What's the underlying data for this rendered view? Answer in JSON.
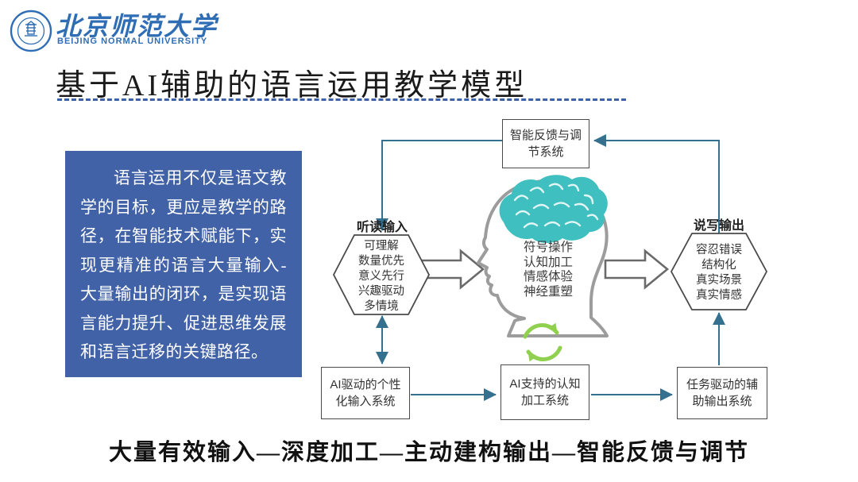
{
  "header": {
    "university_name_cn": "北京师范大学",
    "university_name_en": "BEIJING NORMAL UNIVERSITY",
    "slide_title": "基于AI辅助的语言运用教学模型"
  },
  "intro_box": {
    "text": "语言运用不仅是语文教学的目标，更应是教学的路径，在智能技术赋能下，实现更精准的语言大量输入-大量输出的闭环，是实现语言能力提升、促进思维发展和语言迁移的关键路径。"
  },
  "diagram": {
    "feedback_box": {
      "label": "智能反馈与调节系统"
    },
    "input_hex": {
      "title": "听读输入",
      "items": [
        "可理解",
        "数量优先",
        "意义先行",
        "兴趣驱动",
        "多情境"
      ]
    },
    "brain": {
      "items": [
        "符号操作",
        "认知加工",
        "情感体验",
        "神经重塑"
      ]
    },
    "output_hex": {
      "title": "说写输出",
      "items": [
        "容忍错误",
        "结构化",
        "真实场景",
        "真实情感"
      ]
    },
    "input_system_box": {
      "label": "AI驱动的个性化输入系统"
    },
    "cognition_system_box": {
      "label": "AI支持的认知加工系统"
    },
    "output_system_box": {
      "label": "任务驱动的辅助输出系统"
    }
  },
  "footer": {
    "caption": "大量有效输入—深度加工—主动建构输出—智能反馈与调节"
  },
  "colors": {
    "accent_blue": "#3c61a8",
    "panel_blue": "#4162a7",
    "connector_teal": "#36708f",
    "brain_teal": "#3fbfbf",
    "cycle_green": "#8fd14f",
    "logo_blue": "#2f6db4"
  }
}
